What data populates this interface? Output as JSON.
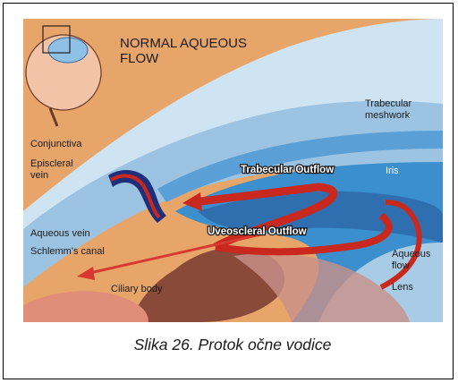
{
  "diagram": {
    "title_line1": "NORMAL AQUEOUS",
    "title_line2": "FLOW",
    "labels": {
      "trabecular_line1": "Trabecular",
      "trabecular_line2": "meshwork",
      "conjunctiva": "Conjunctiva",
      "episcleral_line1": "Episcleral",
      "episcleral_line2": "vein",
      "trabecular_outflow": "Trabecular Outflow",
      "iris": "Iris",
      "aqueous_vein": "Aqueous vein",
      "uveoscleral_outflow": "Uveoscleral Outflow",
      "schlemms_canal": "Schlemm's canal",
      "aqueous_flow_line1": "Aqueous",
      "aqueous_flow_line2": "flow",
      "lens": "Lens",
      "ciliary_body": "Ciliary body"
    },
    "colors": {
      "background_tan": "#e8a56a",
      "cornea_light": "#cfe4f2",
      "sclera_blue": "#9cc4e2",
      "aqueous_blue": "#3b8fcc",
      "iris_blue": "#2f6fb0",
      "flow_red": "#c8281e",
      "ciliary_brown": "#8a4a3a"
    }
  },
  "caption": "Slika 26. Protok očne vodice"
}
